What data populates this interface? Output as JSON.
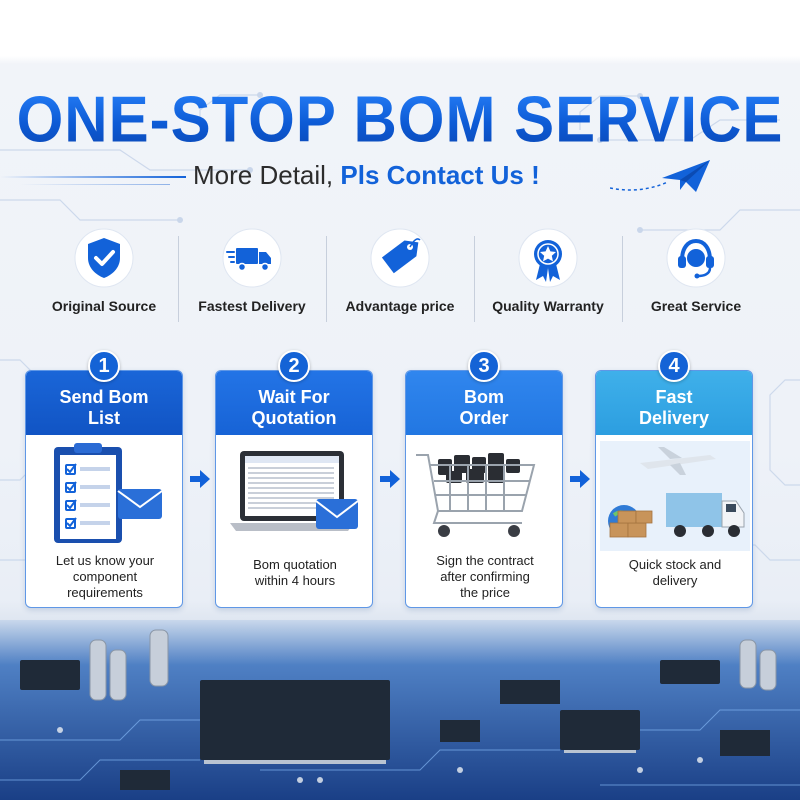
{
  "header": {
    "title": "ONE-STOP BOM SERVICE",
    "subtitle_dark": "More Detail, ",
    "subtitle_blue": "Pls Contact Us !"
  },
  "features": [
    {
      "label": "Original Source",
      "icon": "shield-check-icon"
    },
    {
      "label": "Fastest Delivery",
      "icon": "delivery-truck-icon"
    },
    {
      "label": "Advantage price",
      "icon": "price-tag-icon"
    },
    {
      "label": "Quality Warranty",
      "icon": "award-badge-icon"
    },
    {
      "label": "Great Service",
      "icon": "headset-icon"
    }
  ],
  "steps": [
    {
      "number": "1",
      "title_line1": "Send Bom",
      "title_line2": "List",
      "desc_line1": "Let us know your",
      "desc_line2": "component",
      "desc_line3": "requirements"
    },
    {
      "number": "2",
      "title_line1": "Wait For",
      "title_line2": "Quotation",
      "desc_line1": "Bom quotation",
      "desc_line2": "within 4 hours",
      "desc_line3": ""
    },
    {
      "number": "3",
      "title_line1": "Bom",
      "title_line2": "Order",
      "desc_line1": "Sign the contract",
      "desc_line2": "after confirming",
      "desc_line3": "the price"
    },
    {
      "number": "4",
      "title_line1": "Fast",
      "title_line2": "Delivery",
      "desc_line1": "Quick stock and",
      "desc_line2": "delivery",
      "desc_line3": ""
    }
  ],
  "colors": {
    "brand_blue": "#1262d9",
    "step1": "#1357c9",
    "step2": "#1a6fe0",
    "step3": "#2a86ec",
    "step4": "#3aa8e8"
  }
}
